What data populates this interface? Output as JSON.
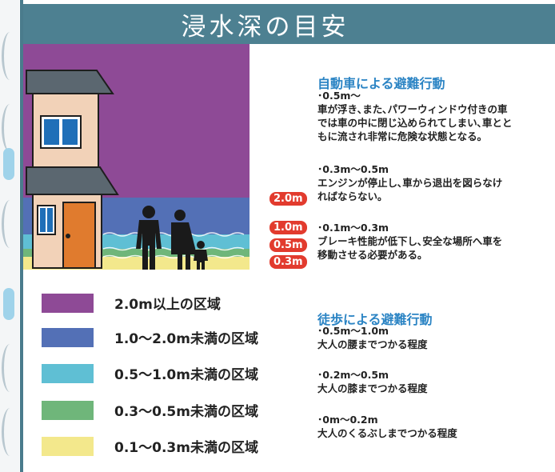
{
  "header": {
    "title": "浸水深の目安"
  },
  "depth_markers": [
    "2.0m",
    "1.0m",
    "0.5m",
    "0.3m"
  ],
  "legend": [
    {
      "label": "2.0m以上の区域",
      "color": "#8e4a96"
    },
    {
      "label": "1.0〜2.0m未満の区域",
      "color": "#5370b6"
    },
    {
      "label": "0.5〜1.0m未満の区域",
      "color": "#5fbfd4"
    },
    {
      "label": "0.3〜0.5m未満の区域",
      "color": "#6fb67a"
    },
    {
      "label": "0.1〜0.3m未満の区域",
      "color": "#f3e88c"
    }
  ],
  "vehicle": {
    "title": "自動車による避難行動",
    "entries": [
      {
        "range": "･0.5m〜",
        "desc": "車が浮き､また､パワーウィンドウ付きの車\nでは車の中に閉じ込められてしまい､車とと\nもに流され非常に危険な状態となる｡"
      },
      {
        "range": "･0.3m〜0.5m",
        "desc": "エンジンが停止し､車から退出を図らなけ\nればならない｡"
      },
      {
        "range": "･0.1m〜0.3m",
        "desc": "ブレーキ性能が低下し､安全な場所へ車を\n移動させる必要がある｡"
      }
    ]
  },
  "walking": {
    "title": "徒歩による避難行動",
    "entries": [
      {
        "range": "･0.5m〜1.0m",
        "desc": "大人の腰までつかる程度"
      },
      {
        "range": "･0.2m〜0.5m",
        "desc": "大人の膝までつかる程度"
      },
      {
        "range": "･0m〜0.2m",
        "desc": "大人のくるぶしまでつかる程度"
      }
    ]
  },
  "colors": {
    "header_bg": "#4d8091",
    "section_title": "#2b84c4",
    "marker_red": "#e23b2e"
  },
  "icons": [
    "house-icon",
    "family-silhouette-icon"
  ]
}
